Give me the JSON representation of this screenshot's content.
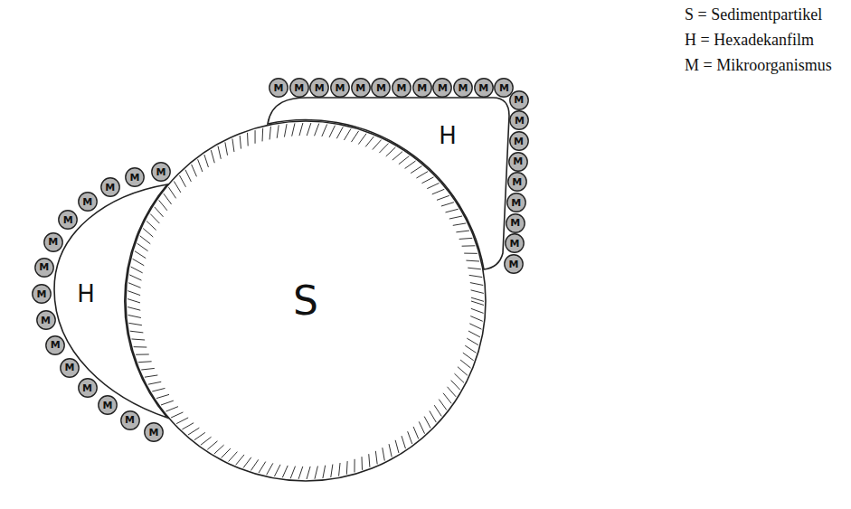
{
  "diagram": {
    "nodes": [
      {
        "text": [
          "S"
        ]
      },
      {
        "text": [
          "H"
        ]
      },
      {
        "text": [
          "H"
        ]
      },
      {
        "text": [
          "M"
        ]
      },
      {
        "text": [
          "M"
        ]
      },
      {
        "text": [
          "M"
        ]
      },
      {
        "text": [
          "M"
        ]
      },
      {
        "text": [
          "M"
        ]
      },
      {
        "text": [
          "M"
        ]
      },
      {
        "text": [
          "M"
        ]
      },
      {
        "text": [
          "M"
        ]
      },
      {
        "text": [
          "M"
        ]
      },
      {
        "text": [
          "M"
        ]
      },
      {
        "text": [
          "M"
        ]
      },
      {
        "text": [
          "M"
        ]
      },
      {
        "text": [
          "M"
        ]
      },
      {
        "text": [
          "M"
        ]
      },
      {
        "text": [
          "M"
        ]
      },
      {
        "text": [
          "M"
        ]
      },
      {
        "text": [
          "M"
        ]
      },
      {
        "text": [
          "M"
        ]
      },
      {
        "text": [
          "M"
        ]
      },
      {
        "text": [
          "M"
        ]
      },
      {
        "text": [
          "M"
        ]
      },
      {
        "text": [
          "M"
        ]
      },
      {
        "text": [
          "M"
        ]
      },
      {
        "text": [
          "M"
        ]
      },
      {
        "text": [
          "M"
        ]
      },
      {
        "text": [
          "M"
        ]
      },
      {
        "text": [
          "M"
        ]
      },
      {
        "text": [
          "M"
        ]
      },
      {
        "text": [
          "M"
        ]
      },
      {
        "text": [
          "M"
        ]
      },
      {
        "text": [
          "M"
        ]
      },
      {
        "text": [
          "M"
        ]
      },
      {
        "text": [
          "M"
        ]
      },
      {
        "text": [
          "M"
        ]
      },
      {
        "text": [
          "M"
        ]
      },
      {
        "text": [
          "M"
        ]
      }
    ],
    "labels": [
      "S = Sedimentpartikel",
      "H = Hexadekanfilm",
      "M = Mikroorganismus"
    ]
  }
}
